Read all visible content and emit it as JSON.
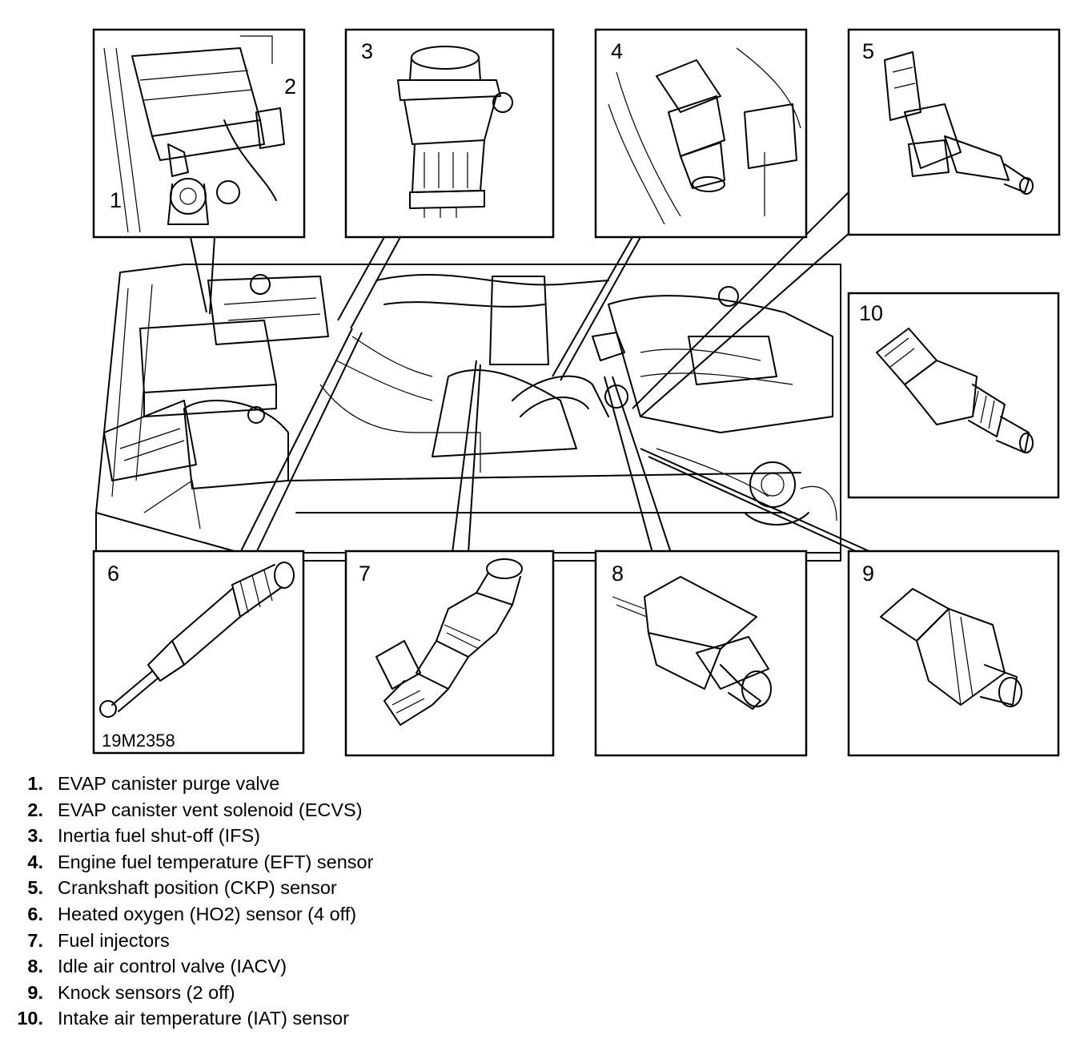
{
  "figure_code": "19M2358",
  "callouts": [
    "1",
    "2",
    "3",
    "4",
    "5",
    "6",
    "7",
    "8",
    "9",
    "10"
  ],
  "legend": [
    {
      "num": "1.",
      "text": "EVAP canister purge valve"
    },
    {
      "num": "2.",
      "text": "EVAP canister vent solenoid (ECVS)"
    },
    {
      "num": "3.",
      "text": "Inertia fuel shut-off (IFS)"
    },
    {
      "num": "4.",
      "text": "Engine fuel temperature (EFT) sensor"
    },
    {
      "num": "5.",
      "text": "Crankshaft position (CKP) sensor"
    },
    {
      "num": "6.",
      "text": "Heated oxygen (HO2) sensor (4 off)"
    },
    {
      "num": "7.",
      "text": "Fuel injectors"
    },
    {
      "num": "8.",
      "text": "Idle air control valve (IACV)"
    },
    {
      "num": "9.",
      "text": "Knock sensors (2 off)"
    },
    {
      "num": "10.",
      "text": "Intake air temperature (IAT) sensor"
    }
  ]
}
